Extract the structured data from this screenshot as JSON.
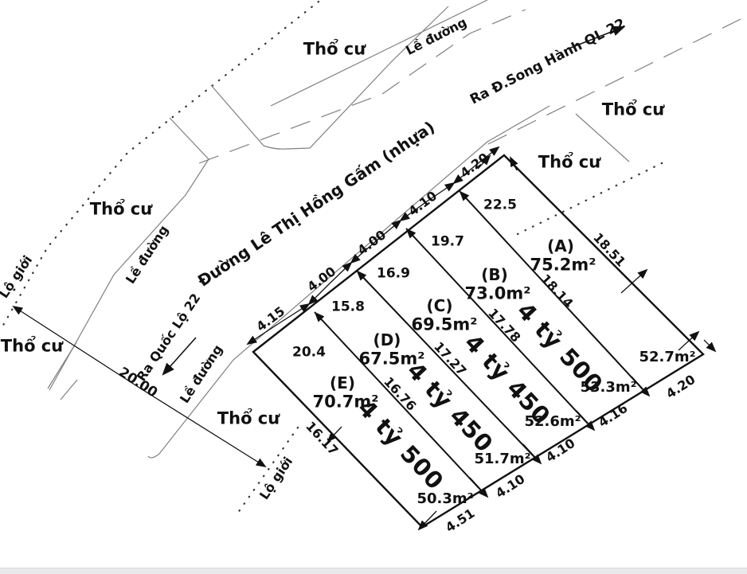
{
  "diagram": {
    "street_name": "Đường Lê Thị Hồng Gấm (nhựa)",
    "direction_song_hanh": "Ra Đ.Song Hành QL 22",
    "direction_quoc_lo": "Ra Quốc Lộ 22",
    "zone_label": "Thổ cư",
    "shoulder_label": "Lề đường",
    "road_boundary_label": "Lộ giới",
    "road_width": "20.00",
    "plots": [
      {
        "id": "(A)",
        "area": "75.2m²",
        "frontage": "4.20",
        "top_length": "22.5",
        "rear_area": "52.7m²",
        "rear_width": "4.20"
      },
      {
        "id": "(B)",
        "area": "73.0m²",
        "frontage": "4.10",
        "top_length": "19.7",
        "rear_area": "53.3m²",
        "rear_width": "4.16"
      },
      {
        "id": "(C)",
        "area": "69.5m²",
        "frontage": "4.00",
        "top_length": "16.9",
        "rear_area": "52.6m²",
        "rear_width": "4.10"
      },
      {
        "id": "(D)",
        "area": "67.5m²",
        "frontage": "4.00",
        "top_length": "15.8",
        "rear_area": "51.7m²",
        "rear_width": "4.10"
      },
      {
        "id": "(E)",
        "area": "70.7m²",
        "frontage": "4.15",
        "top_length": "20.4",
        "rear_area": "50.3m²",
        "rear_width": "4.51"
      }
    ],
    "side_dims": [
      "16.17",
      "16.76",
      "17.27",
      "17.78",
      "18.14",
      "18.51"
    ],
    "price_labels": [
      "4 tỷ 500",
      "4 tỷ 450",
      "4 tỷ 450",
      "4 tỷ 500"
    ]
  }
}
